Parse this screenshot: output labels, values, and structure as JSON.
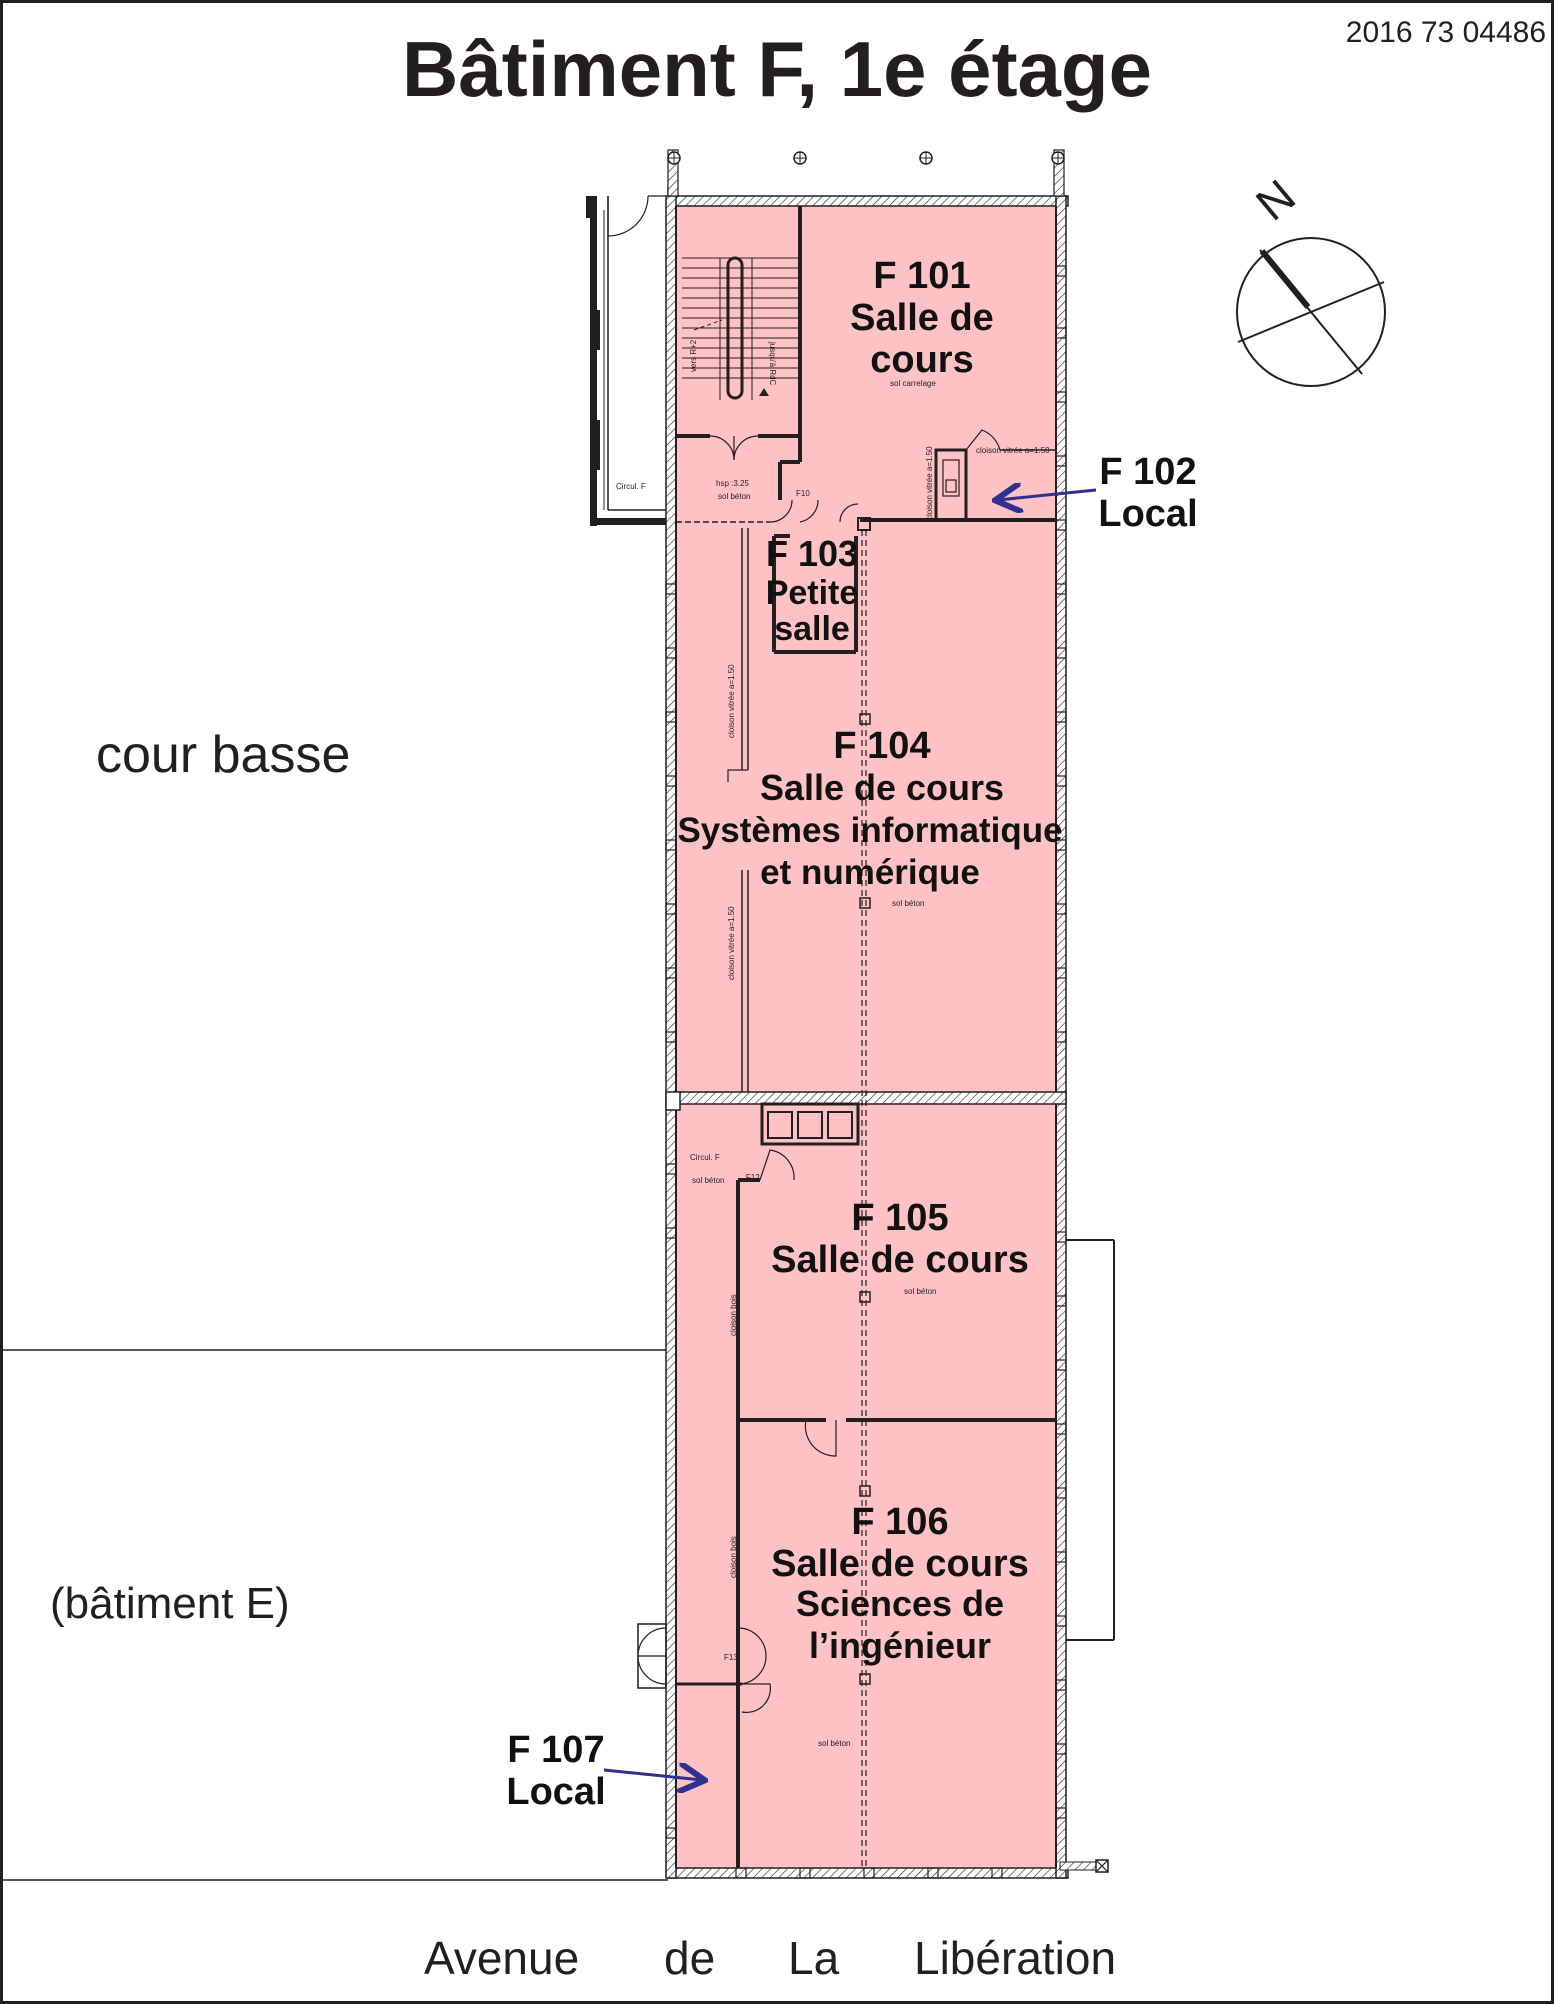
{
  "title": "Bâtiment F, 1e étage",
  "doc_number": "2016 73 04486",
  "compass": {
    "label": "N"
  },
  "labels": {
    "cour_basse": "cour basse",
    "batiment_e": "(bâtiment E)",
    "avenue_1": "Avenue",
    "avenue_2": "de",
    "avenue_3": "La",
    "avenue_4": "Libération"
  },
  "rooms": {
    "f101": {
      "code": "F 101",
      "line1": "Salle de",
      "line2": "cours",
      "floor": "sol carrelage"
    },
    "f102": {
      "code": "F 102",
      "line1": "Local"
    },
    "f103": {
      "code": "F 103",
      "line1": "Petite",
      "line2": "salle"
    },
    "f104": {
      "code": "F 104",
      "line1": "Salle de cours",
      "line2": "Systèmes informatique",
      "line3": "et numérique",
      "floor": "sol béton"
    },
    "f105": {
      "code": "F 105",
      "line1": "Salle de cours",
      "floor": "sol béton"
    },
    "f106": {
      "code": "F 106",
      "line1": "Salle de cours",
      "line2": "Sciences de",
      "line3": "l’ingénieur",
      "floor": "sol béton"
    },
    "f107": {
      "code": "F 107",
      "line1": "Local"
    }
  },
  "small_labels": {
    "circul_top": "Circul. F",
    "hsp": "hsp :3.25",
    "sol_beton_1": "sol béton",
    "f10": "F10",
    "cloison_vitree_top": "cloison vitrée a=1.50",
    "cloison_vitree_vert": "cloison vitrée a=1.50",
    "cloison_vitree_left_1": "cloison vitrée a=1.50",
    "cloison_vitree_left_2": "cloison vitrée a=1.50",
    "vers_r2": "vers R+2",
    "jusqu_rdc": "jusqu'à RdC",
    "circul_mid": "Circul. F",
    "sol_beton_2": "sol béton",
    "f12": "F12",
    "cloison_bois_1": "cloison bois",
    "cloison_bois_2": "cloison bois",
    "f13": "F13"
  },
  "colors": {
    "room_fill": "#ffc2c4",
    "wall": "#231f20",
    "arrow": "#2e3192"
  }
}
